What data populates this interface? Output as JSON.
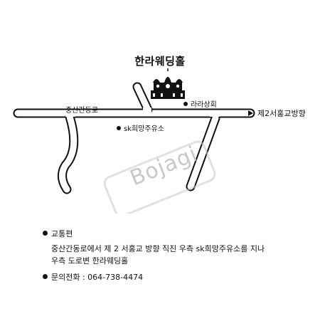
{
  "map": {
    "venue_title": "한라웨딩홀",
    "road_main": "중산간동로",
    "destination": "제2서홍교방향",
    "landmark_1": "라라상회",
    "landmark_2": "sk희망주유소",
    "watermark": "Bojagi"
  },
  "info": {
    "transport_heading": "교통편",
    "transport_line_1": "중산간동로에서 제 2 서홍교 방향 직진 우측 sk희망주유소를 지나",
    "transport_line_2": "우측 도로변 한라웨딩홀",
    "contact": "문의전화 : 064-738-4474"
  }
}
